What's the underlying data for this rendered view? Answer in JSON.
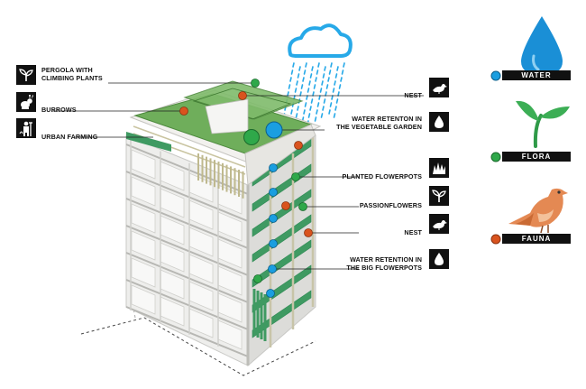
{
  "left_labels": [
    {
      "lines": [
        "PERGOLA WITH",
        "CLIMBING PLANTS"
      ],
      "icon": "sprout-icon"
    },
    {
      "lines": [
        "BURROWS"
      ],
      "icon": "rabbit-icon"
    },
    {
      "lines": [
        "URBAN FARMING"
      ],
      "icon": "farmer-icon"
    }
  ],
  "right_labels": [
    {
      "lines": [
        "NEST"
      ],
      "icon": "bird-icon"
    },
    {
      "lines": [
        "WATER RETENTON IN",
        "THE VEGETABLE GARDEN"
      ],
      "icon": "water-drop-icon"
    },
    {
      "lines": [
        "PLANTED FLOWERPOTS"
      ],
      "icon": "grass-icon"
    },
    {
      "lines": [
        "PASSIONFLOWERS"
      ],
      "icon": "sprout-icon"
    },
    {
      "lines": [
        "NEST"
      ],
      "icon": "bird-icon"
    },
    {
      "lines": [
        "WATER RETENTION IN",
        "THE BIG FLOWERPOTS"
      ],
      "icon": "water-drop-icon"
    }
  ],
  "legend": [
    {
      "label": "WATER",
      "color": "#1a9ee0",
      "icon": "water-drop-icon"
    },
    {
      "label": "FLORA",
      "color": "#2fa84a",
      "icon": "plant-icon"
    },
    {
      "label": "FAUNA",
      "color": "#d9531e",
      "icon": "bird-icon"
    }
  ],
  "colors": {
    "water": "#1a9ee0",
    "flora": "#2fa84a",
    "fauna": "#d9531e",
    "cloud": "#27a9e8",
    "roof_green": "#6fae5b",
    "facade_green": "#3f9a62"
  }
}
